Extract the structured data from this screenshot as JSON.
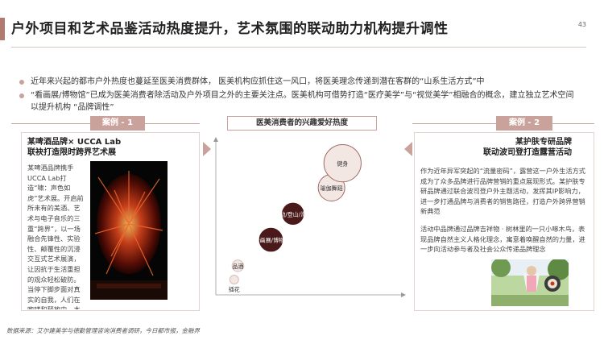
{
  "header": {
    "title": "户外项目和艺术品鉴活动热度提升，艺术氛围的联动助力机构提升调性",
    "page_number": "43"
  },
  "bullets": [
    "近年来兴起的都市户外热度也蔓延至医美消费群体，   医美机构应抓住这一风口，将医美理念传递到潜在客群的“山系生活方式”中",
    "“看画展/博物馆”已成为医美消费者除活动及户外项目之外的主要关注点。医美机构可借势打造“医疗美学”与“视觉美学”相融合的概念，建立独立艺术空间以提升机构 “品牌调性”"
  ],
  "case1": {
    "label": "案例 - 1",
    "heading_line1": "某啤酒品牌× UCCA Lab",
    "heading_line2": "联袂打造限时跨界艺术展",
    "text": "某啤酒品牌携手UCCA Lab打造“啸：声色如虎”艺术展。开启前所未有的美酒、艺术与电子音乐的三重“跨界”，以一场融合先锋性、实验性、颠覆性的沉浸交互式艺术展演，让因抗于生活重担的观众轻松破防。当停下脚步面对真实的自我，人们在咆哮和释放中，本能地找回了心的方向"
  },
  "case2": {
    "label": "案例 - 2",
    "heading_line1": "某护肤专研品牌",
    "heading_line2": "联动波司登打造露营活动",
    "text1": "作为近年异军突起的“流量密码”，露营这一户外生活方式成为了众多品牌进行品牌营销的重点展现形式。某护肤专研品牌通过联合波司登户外主题活动，发挥其IP影响力，进一步打通品牌与消费者的销售路径，打造户外跨界营销新典范",
    "text2": "活动中品牌通过品牌吉祥物 · 树林里的一只小啄木鸟，表现品牌自然主义人格化理念，寓意着唤醒自然的力量，进一步向活动参与者及社会公众传递品牌理念"
  },
  "chart_data": {
    "type": "scatter",
    "title": "医美消费者的兴趣爱好热度",
    "points": [
      {
        "label": "插花",
        "x": 1.0,
        "y": 1.0,
        "size": 1.0
      },
      {
        "label": "品酒",
        "x": 1.2,
        "y": 1.9,
        "size": 1.3
      },
      {
        "label": "看画展/博物馆",
        "x": 3.0,
        "y": 3.6,
        "size": 2.6
      },
      {
        "label": "运动/登山/滑雪",
        "x": 4.2,
        "y": 5.3,
        "size": 2.4
      },
      {
        "label": "瑜伽舞蹈",
        "x": 6.3,
        "y": 7.0,
        "size": 3.0
      },
      {
        "label": "健身",
        "x": 6.9,
        "y": 8.6,
        "size": 4.2
      }
    ],
    "xlim": [
      0,
      10
    ],
    "ylim": [
      0,
      10
    ],
    "grid": false,
    "colors": {
      "dark": "#4a1a1a",
      "mid": "#a06a62",
      "light": "#f3e7e4",
      "accent": "#c9a39b"
    }
  },
  "source": "数据来源：艾尔建美学与德勤管理咨询消费者调研，今日都市报，金融界",
  "colors": {
    "accent": "#c9a39b",
    "title_bar": "#b07a70"
  }
}
